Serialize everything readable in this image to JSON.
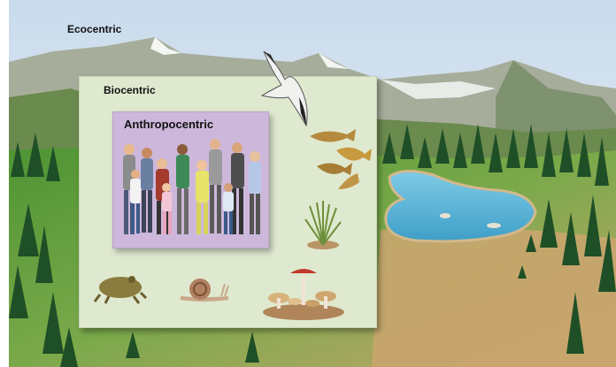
{
  "labels": {
    "ecocentric": "Ecocentric",
    "biocentric": "Biocentric",
    "anthropocentric": "Anthropocentric"
  },
  "icons": [
    "mountains",
    "forest-trees",
    "lake",
    "seagull",
    "fish",
    "grass-tuft",
    "frog",
    "snail",
    "mushrooms",
    "people"
  ],
  "colors": {
    "sky": "#dbe7f2",
    "meadow": "#5d9e3a",
    "soil": "#c9a56e",
    "lake": "#5fb7d8",
    "biocentric_panel": "#dfe9cf",
    "anthropocentric_panel": "#cdb8dc"
  }
}
